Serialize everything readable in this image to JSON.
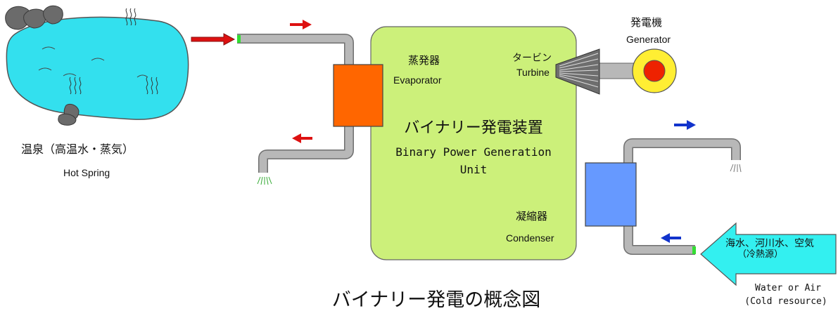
{
  "hot_spring": {
    "label_ja": "温泉（高温水・蒸気）",
    "label_en": "Hot Spring",
    "color": "#33e0ee"
  },
  "unit": {
    "label_ja": "バイナリー発電装置",
    "label_en_line1": "Binary Power Generation",
    "label_en_line2": "Unit",
    "color": "#ccf07a"
  },
  "evaporator": {
    "label_ja": "蒸発器",
    "label_en": "Evaporator",
    "color": "#ff6600"
  },
  "turbine": {
    "label_ja": "タービン",
    "label_en": "Turbine",
    "color": "#6e6e6e"
  },
  "generator": {
    "label_ja": "発電機",
    "label_en": "Generator",
    "color_outer": "#ffee33",
    "color_inner": "#ee2200"
  },
  "condenser": {
    "label_ja": "凝縮器",
    "label_en": "Condenser",
    "color": "#6699ff"
  },
  "cold_resource": {
    "label_ja_line1": "海水、河川水、空気",
    "label_ja_line2": "（冷熱源）",
    "label_en_line1": "Water or Air",
    "label_en_line2": "(Cold resource)",
    "color": "#33f0f0"
  },
  "title": "バイナリー発電の概念図",
  "colors": {
    "hot_flow": "#dd1111",
    "cold_flow": "#1133cc",
    "pipe": "#b8b8b8",
    "pipe_outline": "#707070"
  }
}
